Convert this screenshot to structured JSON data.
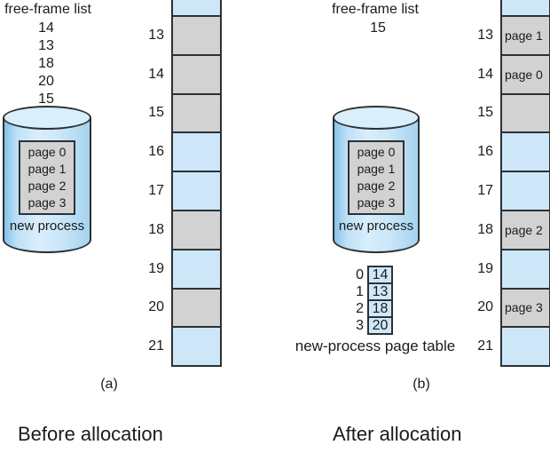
{
  "colors": {
    "frame_free_fill": "#d2d2d2",
    "frame_other_fill": "#cde7f8",
    "border": "#2d3134",
    "cylinder_top_fill": "#daeffc"
  },
  "panel_a": {
    "free_frame_list": {
      "title": "free-frame list",
      "items": [
        "14",
        "13",
        "18",
        "20",
        "15"
      ]
    },
    "process": {
      "pages": [
        "page 0",
        "page 1",
        "page 2",
        "page 3"
      ],
      "label": "new process"
    },
    "frames": [
      {
        "number": "",
        "fill": "blue",
        "text": ""
      },
      {
        "number": "13",
        "fill": "gray",
        "text": ""
      },
      {
        "number": "14",
        "fill": "gray",
        "text": ""
      },
      {
        "number": "15",
        "fill": "gray",
        "text": ""
      },
      {
        "number": "16",
        "fill": "blue",
        "text": ""
      },
      {
        "number": "17",
        "fill": "blue",
        "text": ""
      },
      {
        "number": "18",
        "fill": "gray",
        "text": ""
      },
      {
        "number": "19",
        "fill": "blue",
        "text": ""
      },
      {
        "number": "20",
        "fill": "gray",
        "text": ""
      },
      {
        "number": "21",
        "fill": "blue",
        "text": ""
      }
    ],
    "caption": "(a)",
    "title": "Before allocation"
  },
  "panel_b": {
    "free_frame_list": {
      "title": "free-frame list",
      "items": [
        "15"
      ]
    },
    "process": {
      "pages": [
        "page 0",
        "page 1",
        "page 2",
        "page 3"
      ],
      "label": "new process"
    },
    "page_table": {
      "rows": [
        {
          "index": "0",
          "frame": "14"
        },
        {
          "index": "1",
          "frame": "13"
        },
        {
          "index": "2",
          "frame": "18"
        },
        {
          "index": "3",
          "frame": "20"
        }
      ],
      "label": "new-process page table"
    },
    "frames": [
      {
        "number": "",
        "fill": "blue",
        "text": ""
      },
      {
        "number": "13",
        "fill": "gray",
        "text": "page 1"
      },
      {
        "number": "14",
        "fill": "gray",
        "text": "page 0"
      },
      {
        "number": "15",
        "fill": "gray",
        "text": ""
      },
      {
        "number": "16",
        "fill": "blue",
        "text": ""
      },
      {
        "number": "17",
        "fill": "blue",
        "text": ""
      },
      {
        "number": "18",
        "fill": "gray",
        "text": "page 2"
      },
      {
        "number": "19",
        "fill": "blue",
        "text": ""
      },
      {
        "number": "20",
        "fill": "gray",
        "text": "page 3"
      },
      {
        "number": "21",
        "fill": "blue",
        "text": ""
      }
    ],
    "caption": "(b)",
    "title": "After allocation"
  }
}
